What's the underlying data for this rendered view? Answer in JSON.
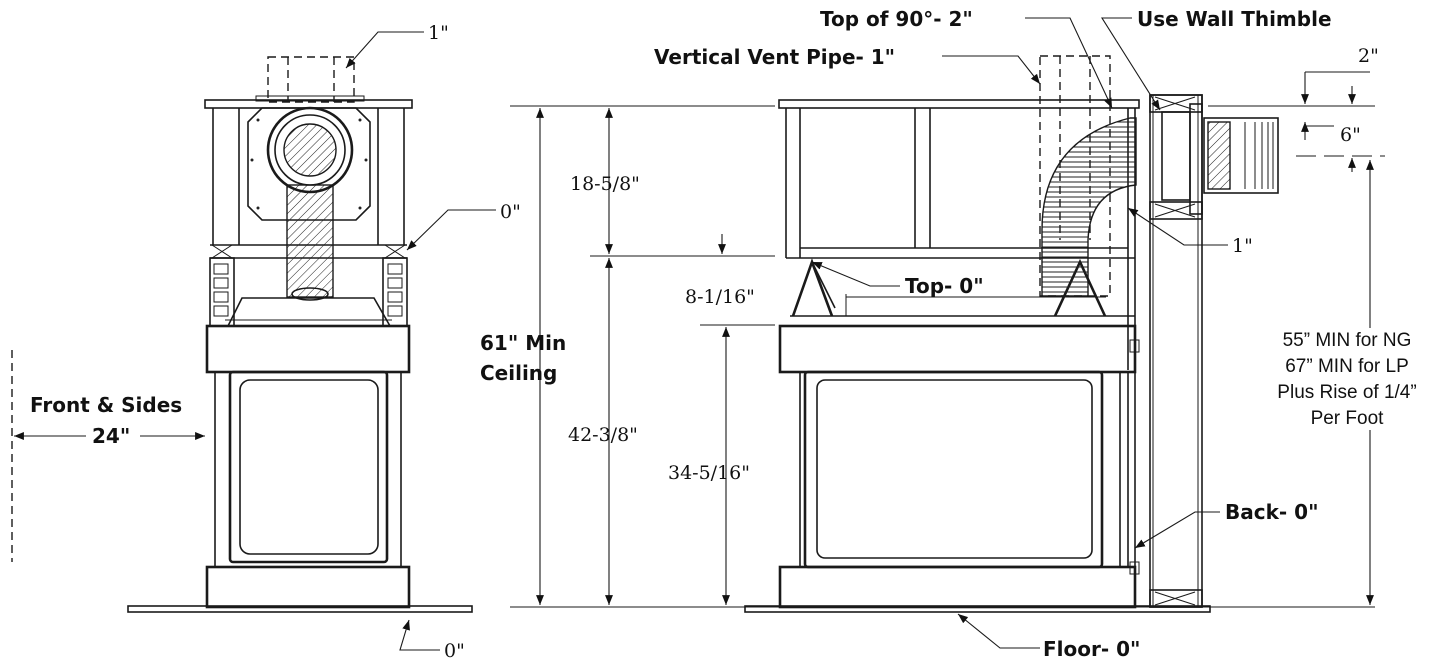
{
  "labels": {
    "front_sides": "Front & Sides",
    "front_24": "24\"",
    "top_chimney_1": "1\"",
    "side_0": "0\"",
    "bottom_left_0": "0\"",
    "ceiling_line1": "61\" Min",
    "ceiling_line2": "Ceiling",
    "dim_18_5_8": "18-5/8\"",
    "dim_42_3_8": "42-3/8\"",
    "dim_8_1_16": "8-1/16\"",
    "dim_34_5_16": "34-5/16\"",
    "vertical_vent": "Vertical Vent Pipe- 1\"",
    "top_of_90": "Top of 90°- 2\"",
    "wall_thimble": "Use Wall Thimble",
    "dim_2": "2\"",
    "dim_6": "6\"",
    "elbow_1": "1\"",
    "top_0": "Top- 0\"",
    "back_0": "Back- 0\"",
    "floor_0": "Floor- 0\"",
    "min_line1": "55” MIN for NG",
    "min_line2": "67” MIN for LP",
    "min_line3": "Plus Rise of 1/4”",
    "min_line4": "Per Foot"
  }
}
